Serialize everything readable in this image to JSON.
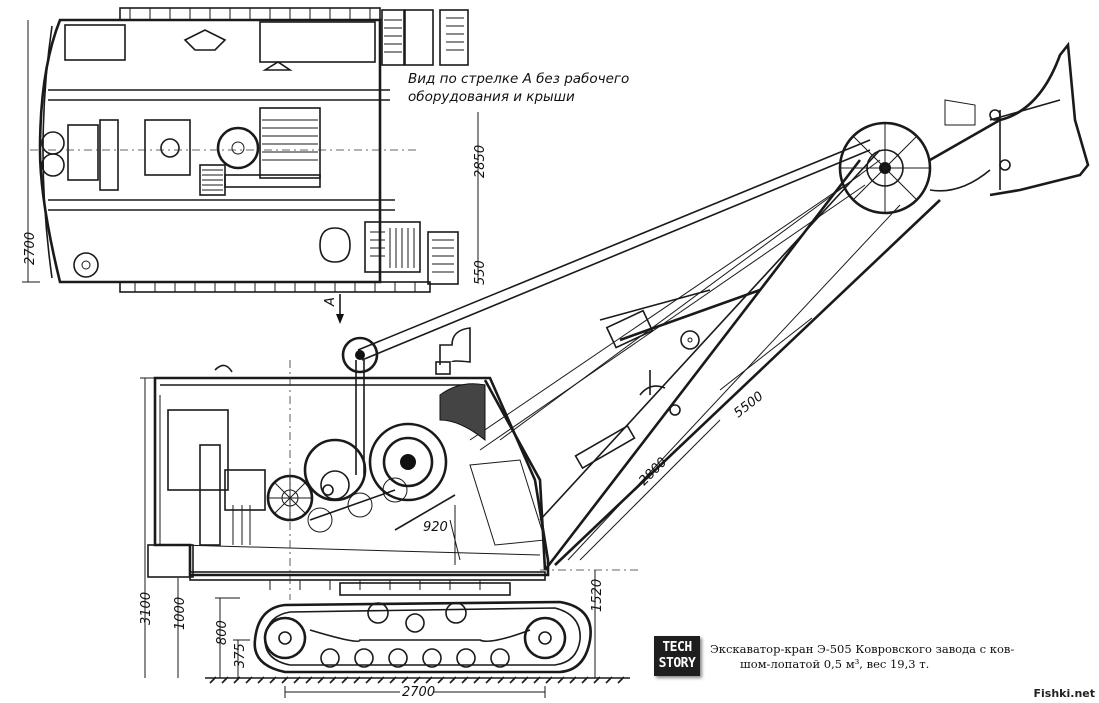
{
  "title": "Экскаватор-кран Э-505 Ковровского завода",
  "plan_view": {
    "caption_line1": "Вид по стрелке А  без рабочего",
    "caption_line2": "оборудования и крыши",
    "dims": {
      "overall_width": "2700",
      "track_length": "2850",
      "track_width": "550"
    },
    "arrow_label": "А"
  },
  "side_view": {
    "dims": {
      "total_height": "3100",
      "counterweight_clearance": "1000",
      "track_height": "800",
      "ground_clearance": "375",
      "track_base": "2700",
      "boom_pivot_height": "1520",
      "boom_length": "5500",
      "stick_length": "2800",
      "sheave_dim": "920"
    }
  },
  "logo": {
    "line1": "TECH",
    "line2": "STORY"
  },
  "caption": {
    "line1": "Экскаватор-кран Э-505  Ковровского завода с ков-",
    "line2": "шом-лопатой 0,5 м³, вес 19,3 т."
  },
  "watermark": "Fishki.net"
}
